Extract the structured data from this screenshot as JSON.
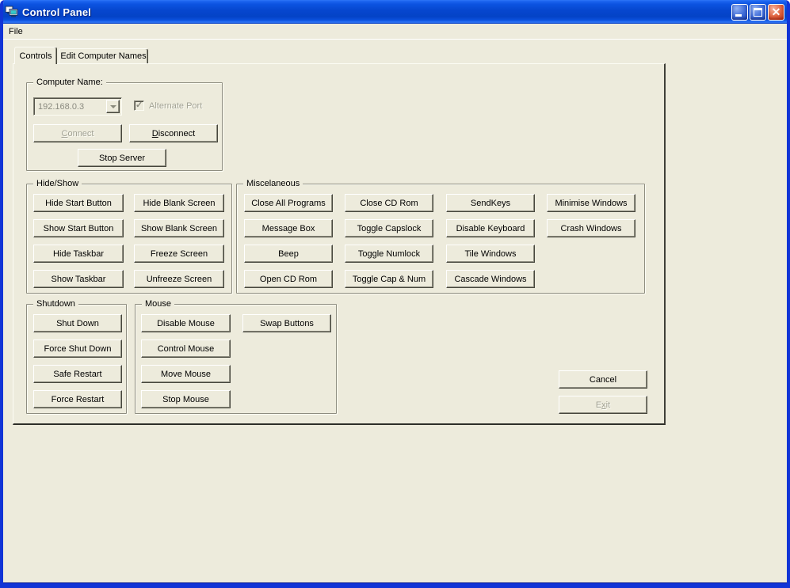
{
  "window": {
    "title": "Control Panel"
  },
  "menu": {
    "file": "File"
  },
  "tabs": {
    "controls": "Controls",
    "edit_computer_names": "Edit Computer Names"
  },
  "computer_name": {
    "label": "Computer Name:",
    "address_value": "192.168.0.3",
    "alternate_port": {
      "label": "Alternate Port",
      "checked": true
    },
    "connect": {
      "label": "Connect",
      "accel": 0
    },
    "disconnect": {
      "label": "Disconnect",
      "accel": 0
    },
    "stop_server": "Stop Server"
  },
  "hide_show": {
    "label": "Hide/Show",
    "buttons": [
      "Hide Start Button",
      "Hide Blank Screen",
      "Show Start Button",
      "Show Blank Screen",
      "Hide Taskbar",
      "Freeze Screen",
      "Show Taskbar",
      "Unfreeze Screen"
    ]
  },
  "miscellaneous": {
    "label": "Miscelaneous",
    "buttons": [
      "Close All Programs",
      "Close CD Rom",
      "SendKeys",
      "Minimise Windows",
      "Message Box",
      "Toggle Capslock",
      "Disable Keyboard",
      "Crash Windows",
      "Beep",
      "Toggle Numlock",
      "Tile Windows",
      "Open CD Rom",
      "Toggle  Cap & Num",
      "Cascade Windows"
    ]
  },
  "shutdown": {
    "label": "Shutdown",
    "buttons": [
      "Shut Down",
      "Force Shut Down",
      "Safe Restart",
      "Force Restart"
    ]
  },
  "mouse": {
    "label": "Mouse",
    "buttons": [
      "Disable Mouse",
      "Control Mouse",
      "Move Mouse",
      "Stop Mouse"
    ],
    "swap_buttons": "Swap Buttons"
  },
  "footer": {
    "cancel": "Cancel",
    "exit": {
      "label": "Exit",
      "accel": 1
    }
  },
  "colors": {
    "face": "#EDEBDC",
    "titlebar_blue": "#0646CE",
    "window_border": "#1134D6",
    "close_red": "#E0633F",
    "disabled_text": "#A2A294"
  }
}
